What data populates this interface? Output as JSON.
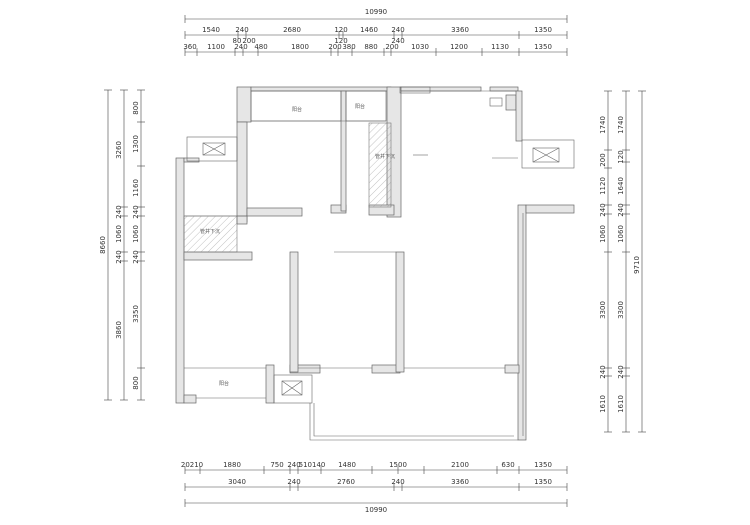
{
  "top_total": "10990",
  "top_row1": [
    "1540",
    "240",
    "2680",
    "120",
    "1460",
    "240",
    "3360",
    "1350"
  ],
  "top_row2a": [
    "80",
    "200",
    "120",
    "240"
  ],
  "top_row2": [
    "360",
    "1100",
    "240",
    "480",
    "1800",
    "200",
    "380",
    "880",
    "200",
    "1030",
    "1200",
    "1130",
    "1350"
  ],
  "bottom_row1": [
    "20210",
    "1880",
    "750",
    "240",
    "510140",
    "1480",
    "1500",
    "2100",
    "630",
    "1350"
  ],
  "bottom_row2": [
    "3040",
    "240",
    "2760",
    "240",
    "3360",
    "1350"
  ],
  "bottom_total": "10990",
  "left_total": "8660",
  "left_outer": [
    "3260",
    "240",
    "1060",
    "240",
    "3860"
  ],
  "left_inner": [
    "800",
    "1300",
    "1160",
    "240",
    "1060",
    "240",
    "3350",
    "800"
  ],
  "right_total": "9710",
  "right_col1": [
    "1740",
    "200",
    "1120",
    "240",
    "1060",
    "3300",
    "240",
    "1610"
  ],
  "right_col2": [
    "1740",
    "120",
    "1640",
    "240",
    "1060",
    "3300",
    "240",
    "1610"
  ],
  "room_labels": {
    "balcony_top_left": "阳台",
    "balcony_top_mid": "阳台",
    "shaft_right": "管井下沉",
    "shaft_left": "管井下沉",
    "balcony_bottom": "阳台"
  }
}
